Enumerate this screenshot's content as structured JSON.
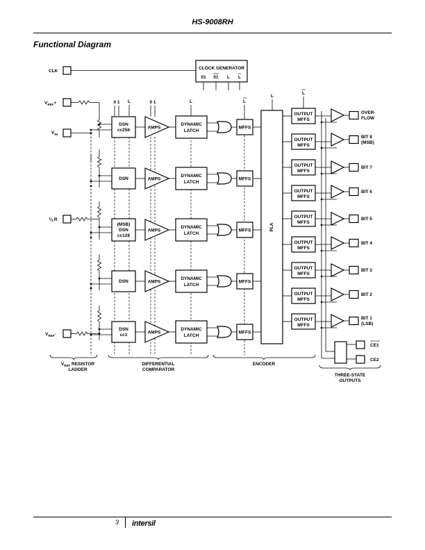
{
  "header": {
    "title": "HS-9008RH"
  },
  "section": {
    "title": "Functional Diagram"
  },
  "footer": {
    "page": "3",
    "logo": "intersil"
  },
  "diagram": {
    "clk": "CLK",
    "clock_generator": "CLOCK GENERATOR",
    "clock_outputs": [
      "01",
      "01",
      "L",
      "L"
    ],
    "vref_plus": {
      "main": "V",
      "sub": "REF",
      "sup": "+"
    },
    "vin": {
      "main": "V",
      "sub": "IN"
    },
    "half_r": {
      "sup": "1",
      "sub": "2",
      "main": "R"
    },
    "vref_minus": {
      "main": "V",
      "sub": "REF",
      "sup": "-"
    },
    "dsn_labels": [
      [
        "DSN",
        "cc256"
      ],
      [
        "DSN"
      ],
      [
        "(MSB)",
        "DSN",
        "cc128"
      ],
      [
        "DSN"
      ],
      [
        "DSN",
        "cc1"
      ]
    ],
    "amps": "AMPS",
    "latch": [
      "DYNAMIC",
      "LATCH"
    ],
    "mffs": "MFFS",
    "pla": "PLA",
    "output_mffs": [
      "OUTPUT",
      "MFFS"
    ],
    "top_ticks": {
      "dsn": "0 1",
      "l1": "L",
      "amps": "0 1",
      "latch": "L",
      "mffs": "L",
      "pla": "L",
      "out": "L"
    },
    "bits": [
      [
        "OVER-",
        "FLOW"
      ],
      [
        "BIT 8",
        "(MSB)"
      ],
      [
        "BIT 7"
      ],
      [
        "BIT 6"
      ],
      [
        "BIT 5"
      ],
      [
        "BIT 4"
      ],
      [
        "BIT 3"
      ],
      [
        "BIT 2"
      ],
      [
        "BIT 1",
        "(LSB)"
      ]
    ],
    "ce1": "CE1",
    "ce2": "CE2",
    "groups": {
      "ladder": {
        "main": "V",
        "sub": "REF",
        "rest": " RESISTOR",
        "line2": "LADDER"
      },
      "comparator": [
        "DIFFERENTIAL",
        "COMPARATOR"
      ],
      "encoder": [
        "ENCODER"
      ],
      "outputs": [
        "THREE-STATE",
        "OUTPUTS"
      ]
    }
  }
}
